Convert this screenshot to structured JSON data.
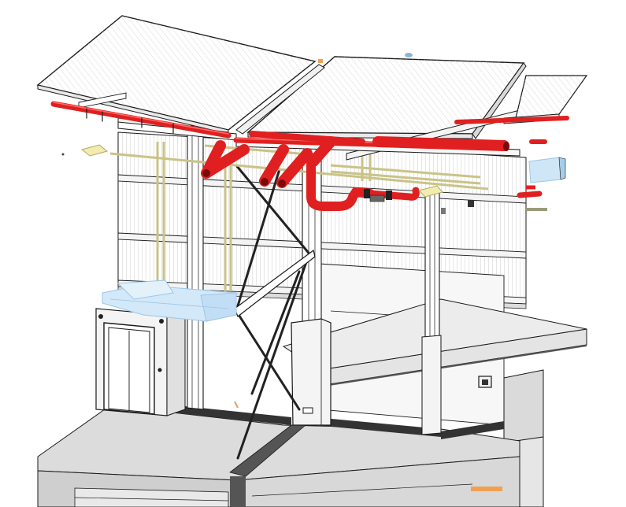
{
  "view": {
    "background": "#ffffff",
    "colors": {
      "fire_pipe": "#e02020",
      "fire_pipe_dark": "#8a0c0c",
      "duct": "#cfe6f6",
      "conduit": "#d8d49a",
      "slab": "#e2e2e2",
      "slab_edge": "#555555",
      "steel": "#222222",
      "accent_orange": "#f0a050"
    },
    "element_names": [
      "roof-panel-left",
      "roof-panel-center",
      "roof-panel-right",
      "sprinkler-pipe-network",
      "hvac-duct-run",
      "electrical-conduit-run",
      "cross-bracing",
      "steel-columns",
      "door-enclosure",
      "floor-slab",
      "electrical-panel",
      "junction-box",
      "light-fixture"
    ]
  }
}
